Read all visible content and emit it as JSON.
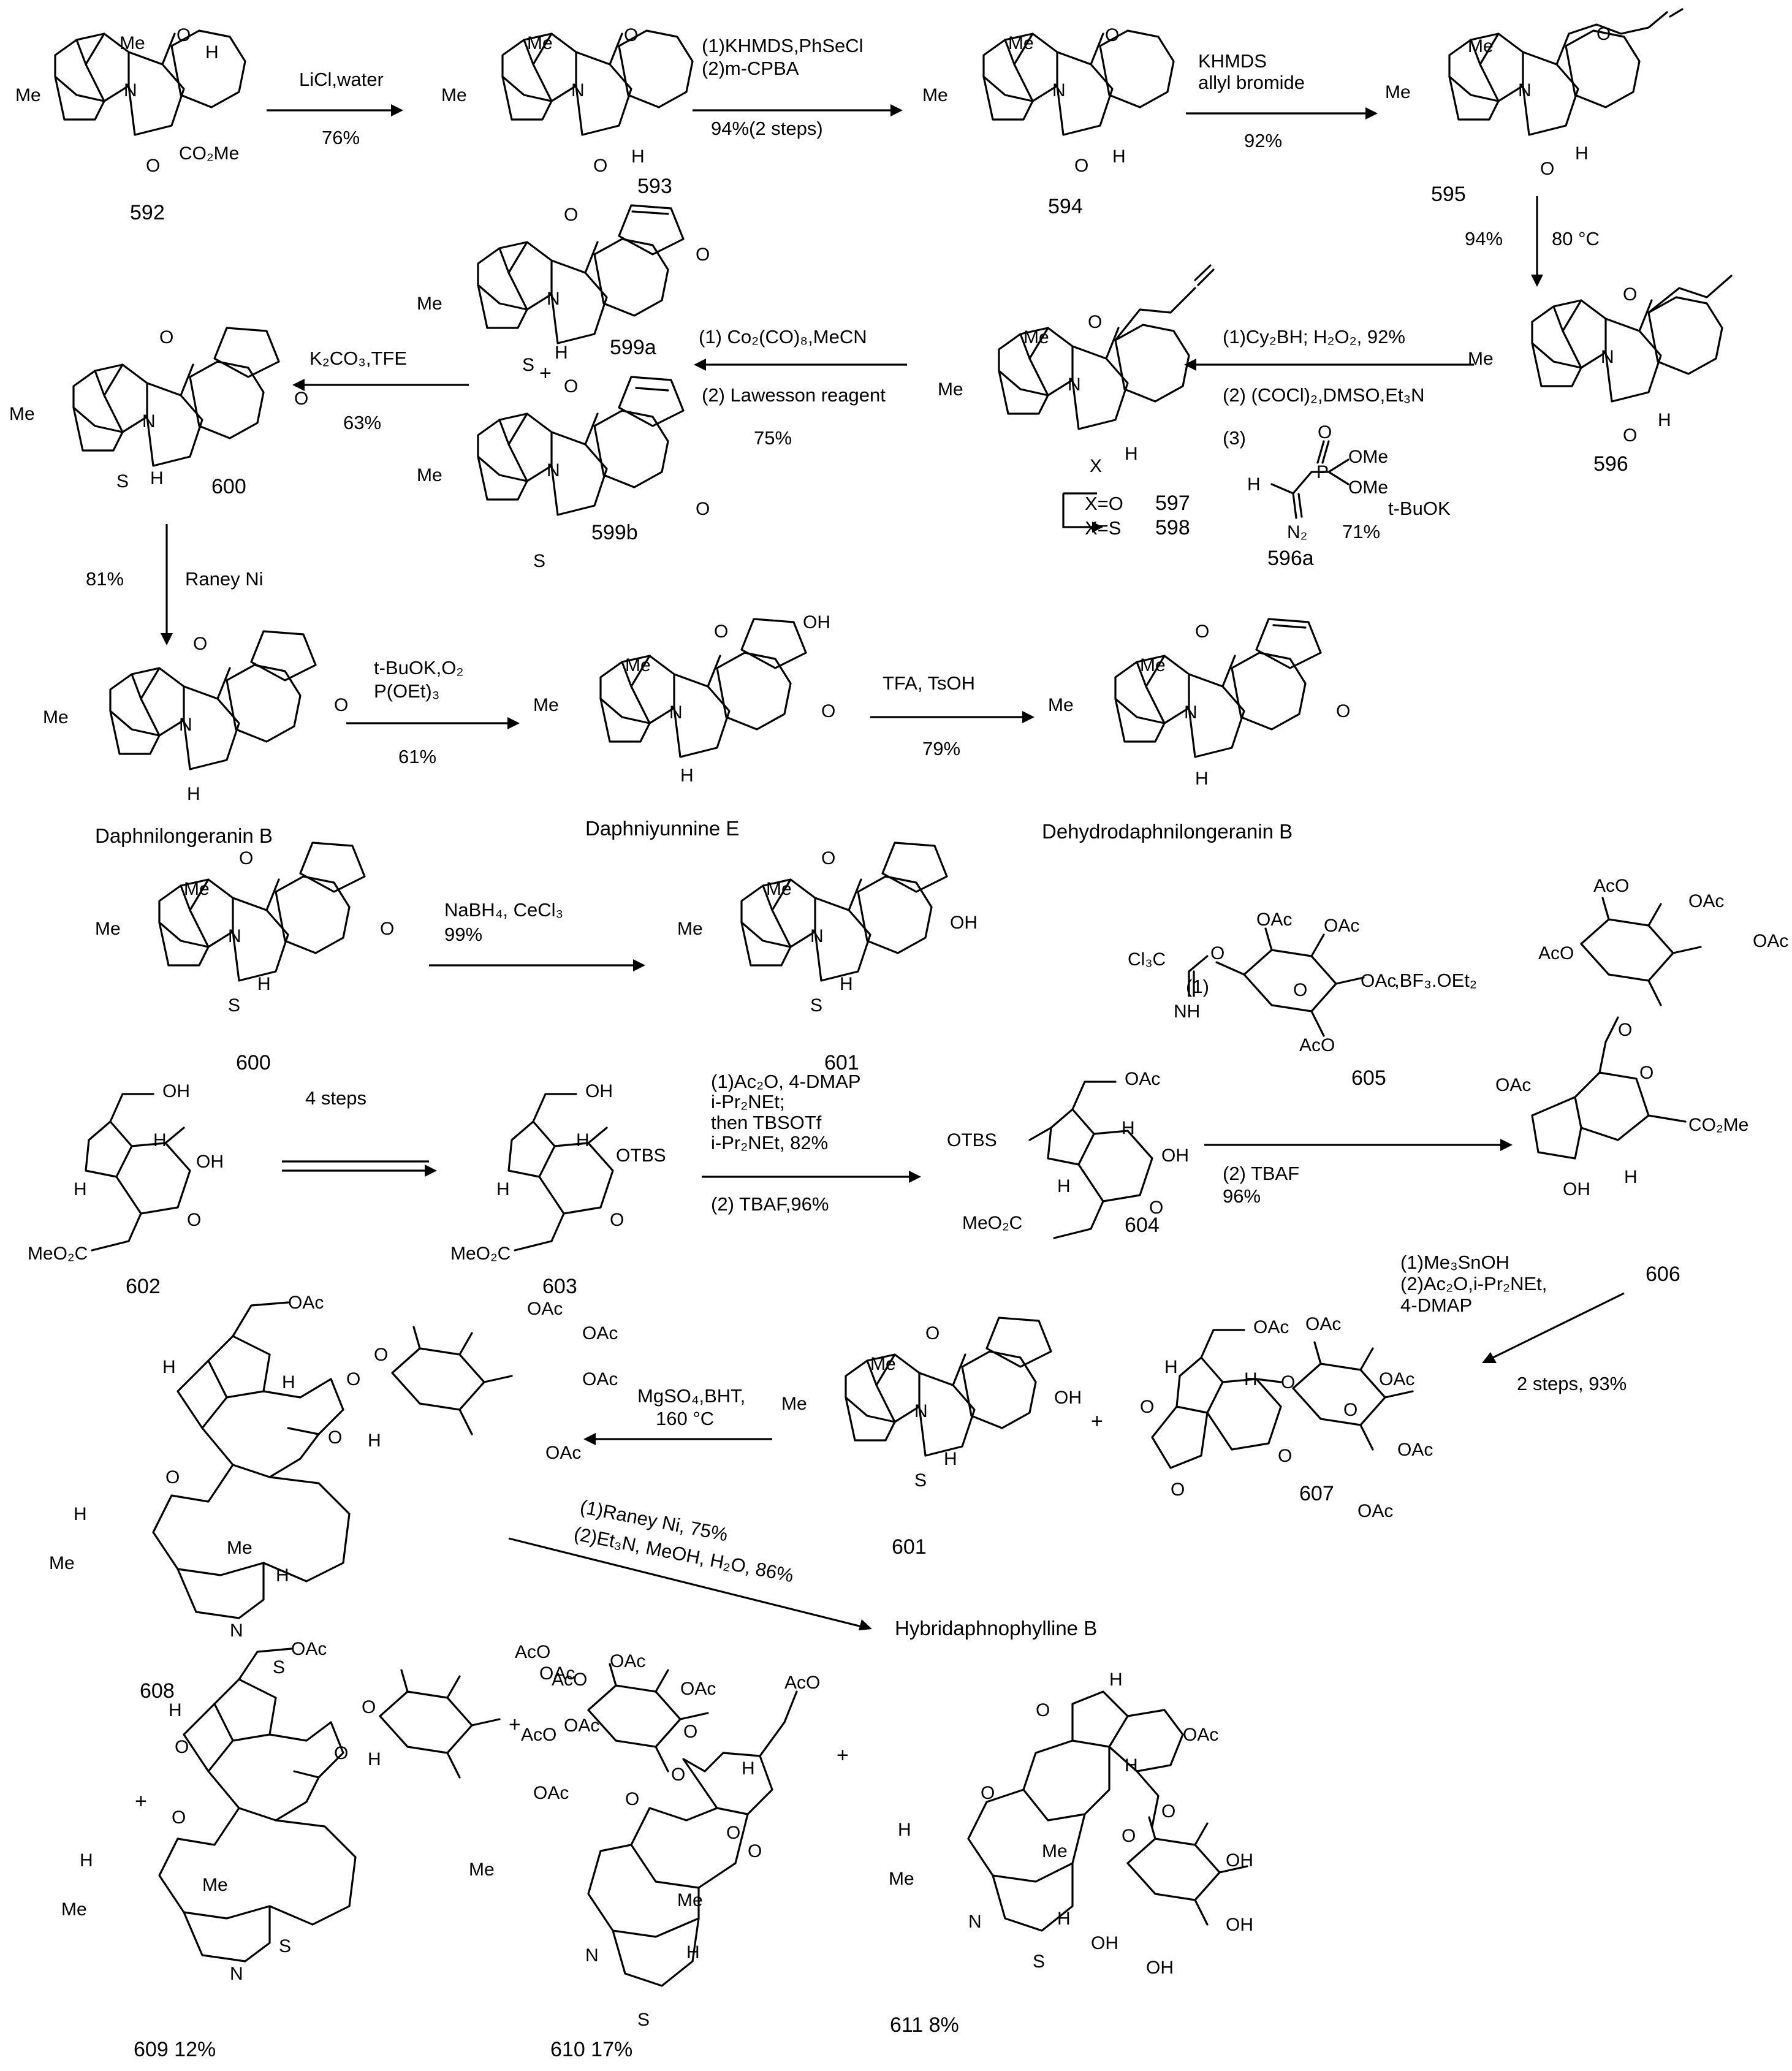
{
  "compounds": [
    {
      "id": "592",
      "label": "592"
    },
    {
      "id": "593",
      "label": "593"
    },
    {
      "id": "594",
      "label": "594"
    },
    {
      "id": "595",
      "label": "595"
    },
    {
      "id": "596",
      "label": "596"
    },
    {
      "id": "596a",
      "label": "596a"
    },
    {
      "id": "597",
      "label": "597"
    },
    {
      "id": "598",
      "label": "598"
    },
    {
      "id": "599a",
      "label": "599a"
    },
    {
      "id": "599b",
      "label": "599b"
    },
    {
      "id": "600",
      "label": "600"
    },
    {
      "id": "600b",
      "label": "600"
    },
    {
      "id": "601",
      "label": "601"
    },
    {
      "id": "601b",
      "label": "601"
    },
    {
      "id": "602",
      "label": "602"
    },
    {
      "id": "603",
      "label": "603"
    },
    {
      "id": "604",
      "label": "604"
    },
    {
      "id": "605",
      "label": "605"
    },
    {
      "id": "606",
      "label": "606"
    },
    {
      "id": "607",
      "label": "607"
    },
    {
      "id": "608",
      "label": "608"
    },
    {
      "id": "609",
      "label": "609 12%"
    },
    {
      "id": "610",
      "label": "610 17%"
    },
    {
      "id": "611",
      "label": "611 8%"
    }
  ],
  "names": {
    "daphnilongeranin_b": "Daphnilongeranin B",
    "daphniyunnine_e": "Daphniyunnine E",
    "dehydrodaphnilongeranin_b": "Dehydrodaphnilongeranin B",
    "hybridaphnophylline_b": "Hybridaphnophylline B"
  },
  "steps": {
    "s1": {
      "above": [
        "LiCl,water"
      ],
      "below": [
        "76%"
      ]
    },
    "s2": {
      "above": [
        "(1)KHMDS,PhSeCl",
        "(2)m-CPBA"
      ],
      "below": [
        "94%(2 steps)"
      ]
    },
    "s3": {
      "above": [
        "KHMDS",
        "allyl bromide"
      ],
      "below": [
        "92%"
      ]
    },
    "s4": {
      "left": "94%",
      "right": "80 °C"
    },
    "s5": {
      "above": [
        "(1)Cy₂BH; H₂O₂, 92%"
      ],
      "below": [
        "(2) (COCl)₂,DMSO,Et₃N",
        "(3)",
        "t-BuOK",
        "71%"
      ]
    },
    "s5_reagent_atoms": {
      "h": "H",
      "p": "P",
      "o": "O",
      "ome1": "OMe",
      "ome2": "OMe",
      "n2": "N₂"
    },
    "s6": {
      "above": [
        "(1) Co₂(CO)₈,MeCN"
      ],
      "below": [
        "(2) Lawesson reagent",
        "75%"
      ]
    },
    "s7": {
      "above": [
        "K₂CO₃,TFE"
      ],
      "below": [
        "63%"
      ]
    },
    "s8": {
      "left": "81%",
      "right": "Raney Ni"
    },
    "s9": {
      "above": [
        "t-BuOK,O₂",
        "P(OEt)₃"
      ],
      "below": [
        "61%"
      ]
    },
    "s10": {
      "above": [
        "TFA, TsOH"
      ],
      "below": [
        "79%"
      ]
    },
    "s11": {
      "above": [
        "NaBH₄, CeCl₃",
        "99%"
      ]
    },
    "s12": {
      "above": [
        "4  steps"
      ]
    },
    "s13": {
      "above": [
        "(1)Ac₂O, 4-DMAP",
        "i-Pr₂NEt;",
        "then TBSOTf",
        "i-Pr₂NEt, 82%"
      ],
      "below": [
        "(2) TBAF,96%"
      ]
    },
    "s14": {
      "above": [
        "(1)",
        ",BF₃.OEt₂"
      ],
      "below": [
        "(2) TBAF",
        "96%"
      ]
    },
    "s14_reagent_atoms": {
      "cl3c": "Cl₃C",
      "o": "O",
      "nh": "NH",
      "oac1": "OAc",
      "oac2": "OAc",
      "oac3": "OAc",
      "aco": "AcO"
    },
    "s15": {
      "above": [
        "(1)Me₃SnOH",
        "(2)Ac₂O,i-Pr₂NEt,",
        "4-DMAP"
      ],
      "below": [
        "2 steps, 93%"
      ]
    },
    "s16": {
      "above": [
        "MgSO₄,BHT,",
        "160 °C"
      ]
    },
    "s17": {
      "above": [
        "(1)Raney Ni, 75%",
        "(2)Et₃N, MeOH, H₂O, 86%"
      ]
    },
    "x_eq_o": "X=O",
    "x_eq_s": "X=S"
  },
  "atoms": {
    "me": "Me",
    "h": "H",
    "n": "N",
    "o": "O",
    "s": "S",
    "x": "X",
    "oh": "OH",
    "co2me": "CO₂Me",
    "meo2c": "MeO₂C",
    "oac": "OAc",
    "aco": "AcO",
    "otbs": "OTBS",
    "plus": "+"
  }
}
